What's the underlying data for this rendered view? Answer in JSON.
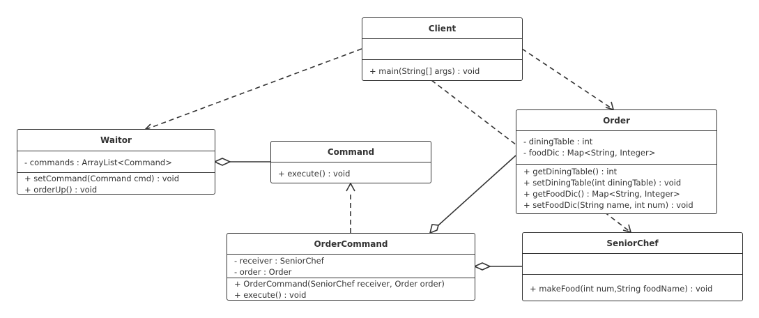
{
  "classes": {
    "client": {
      "name": "Client",
      "attributes": [],
      "methods": [
        "+ main(String[] args) : void"
      ]
    },
    "order": {
      "name": "Order",
      "attributes": [
        "- diningTable : int",
        "- foodDic :   Map<String, Integer>"
      ],
      "methods": [
        "+ getDiningTable() : int",
        "+ setDiningTable(int diningTable) : void",
        "+ getFoodDic() : Map<String, Integer>",
        "+ setFoodDic(String name, int num) : void"
      ]
    },
    "waitor": {
      "name": "Waitor",
      "attributes": [
        "- commands :  ArrayList<Command>"
      ],
      "methods": [
        "+ setCommand(Command cmd) : void",
        "+ orderUp() : void"
      ]
    },
    "command": {
      "name": "Command",
      "methods": [
        "+ execute() : void"
      ]
    },
    "orderCommand": {
      "name": "OrderCommand",
      "attributes": [
        "- receiver : SeniorChef",
        "- order : Order"
      ],
      "methods": [
        "+ OrderCommand(SeniorChef receiver, Order order)",
        "+ execute() : void"
      ]
    },
    "seniorChef": {
      "name": "SeniorChef",
      "attributes": [],
      "methods": [
        "+ makeFood(int num,String foodName) : void"
      ]
    }
  },
  "relationships": [
    {
      "type": "dependency",
      "from": "Client",
      "to": "Waitor"
    },
    {
      "type": "dependency",
      "from": "Client",
      "to": "Order"
    },
    {
      "type": "dependency",
      "from": "Client",
      "to": "SeniorChef"
    },
    {
      "type": "aggregation",
      "whole": "Waitor",
      "part": "Command"
    },
    {
      "type": "realization",
      "from": "OrderCommand",
      "to": "Command"
    },
    {
      "type": "aggregation",
      "whole": "OrderCommand",
      "part": "Order"
    },
    {
      "type": "aggregation",
      "whole": "OrderCommand",
      "part": "SeniorChef"
    }
  ],
  "colors": {
    "line": "#333333",
    "text": "#333333",
    "background": "#ffffff"
  }
}
